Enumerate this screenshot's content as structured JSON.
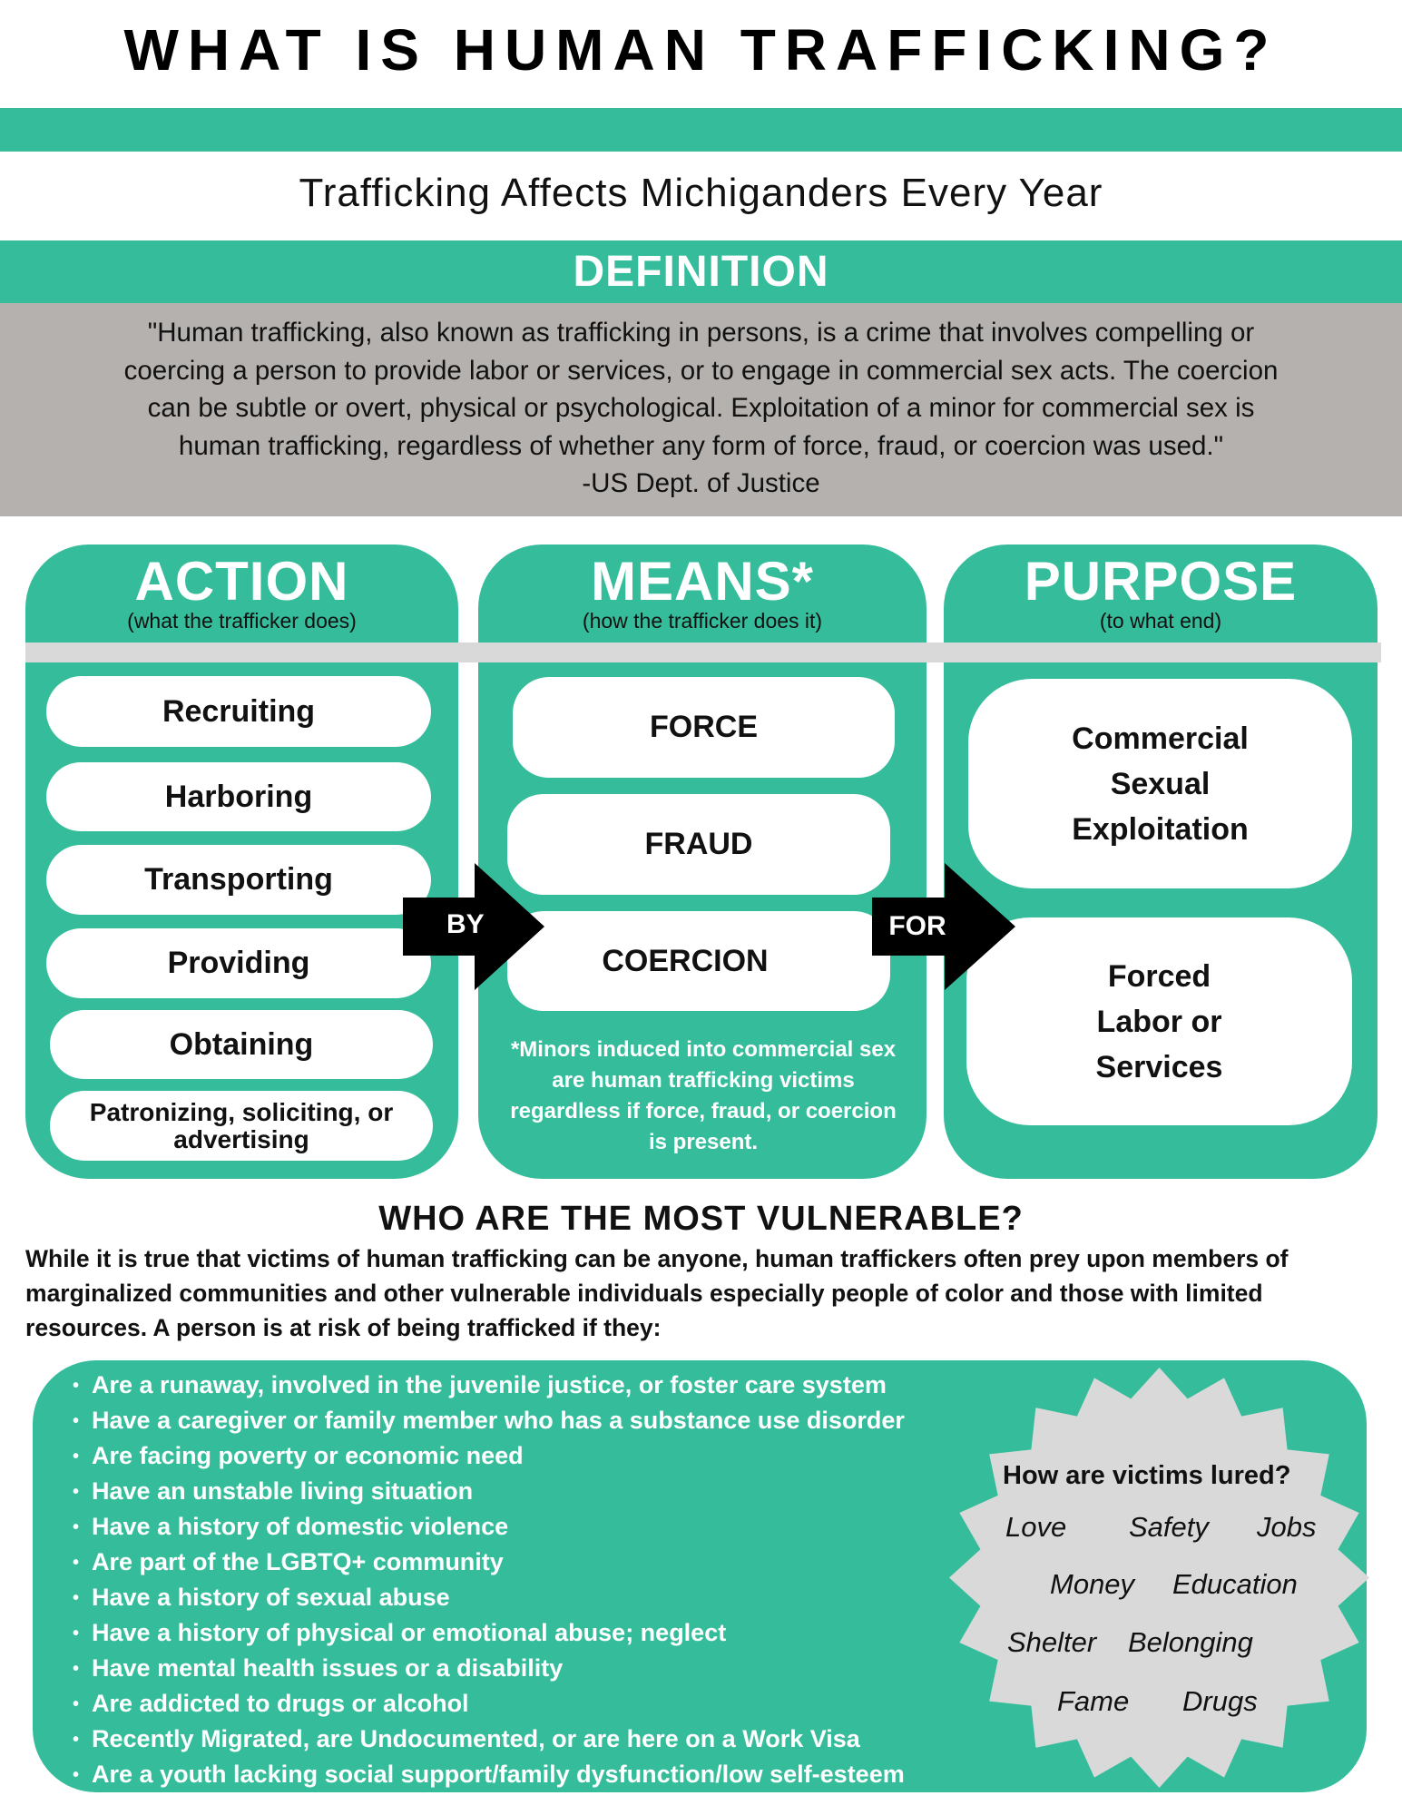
{
  "title": "WHAT IS HUMAN TRAFFICKING?",
  "subtitle": "Trafficking Affects Michiganders Every Year",
  "definition": {
    "heading": "DEFINITION",
    "lines": [
      "\"Human trafficking, also known as trafficking in persons, is a crime that involves compelling or",
      "coercing a person to provide labor or services, or to engage in commercial sex acts. The coercion",
      "can be subtle or overt, physical or psychological. Exploitation of a minor for commercial sex is",
      "human trafficking, regardless of whether any form of force, fraud, or coercion was used.\""
    ],
    "source": "-US Dept. of Justice"
  },
  "action": {
    "title": "ACTION",
    "subtitle": "(what the trafficker does)",
    "items": [
      "Recruiting",
      "Harboring",
      "Transporting",
      "Providing",
      "Obtaining",
      "Patronizing, soliciting, or advertising"
    ]
  },
  "means": {
    "title": "MEANS*",
    "subtitle": "(how the trafficker does it)",
    "items": [
      "FORCE",
      "FRAUD",
      "COERCION"
    ],
    "note": "*Minors induced into commercial sex are human trafficking victims regardless if force, fraud, or coercion is present."
  },
  "purpose": {
    "title": "PURPOSE",
    "subtitle": "(to what end)",
    "items": [
      "Commercial Sexual Exploitation",
      "Forced Labor or Services"
    ]
  },
  "arrows": {
    "by": "BY",
    "for": "FOR"
  },
  "vulnerable": {
    "heading": "WHO ARE THE MOST VULNERABLE?",
    "paragraph": "While it is true that victims of human trafficking can be anyone, human traffickers often prey upon members of marginalized communities and other vulnerable individuals especially people of color and those with limited resources. A person is at risk of being trafficked if they:",
    "bullets": [
      "Are a runaway, involved in the juvenile justice, or foster care system",
      "Have a caregiver or family member who has a substance use disorder",
      "Are facing poverty or economic need",
      "Have an unstable living situation",
      "Have a history of domestic violence",
      "Are part of the LGBTQ+ community",
      "Have a history of sexual abuse",
      "Have a history of physical or emotional abuse; neglect",
      "Have mental health issues or a disability",
      "Are addicted to drugs or alcohol",
      "Recently Migrated, are Undocumented, or are here on a Work Visa",
      "Are a youth lacking social support/family dysfunction/low self-esteem"
    ]
  },
  "lures": {
    "heading": "How are victims lured?",
    "words": [
      "Love",
      "Safety",
      "Jobs",
      "Money",
      "Education",
      "Shelter",
      "Belonging",
      "Fame",
      "Drugs"
    ]
  },
  "colors": {
    "teal": "#35bd9b",
    "gray": "#b5b1ae",
    "light_gray": "#d9d9d9"
  }
}
